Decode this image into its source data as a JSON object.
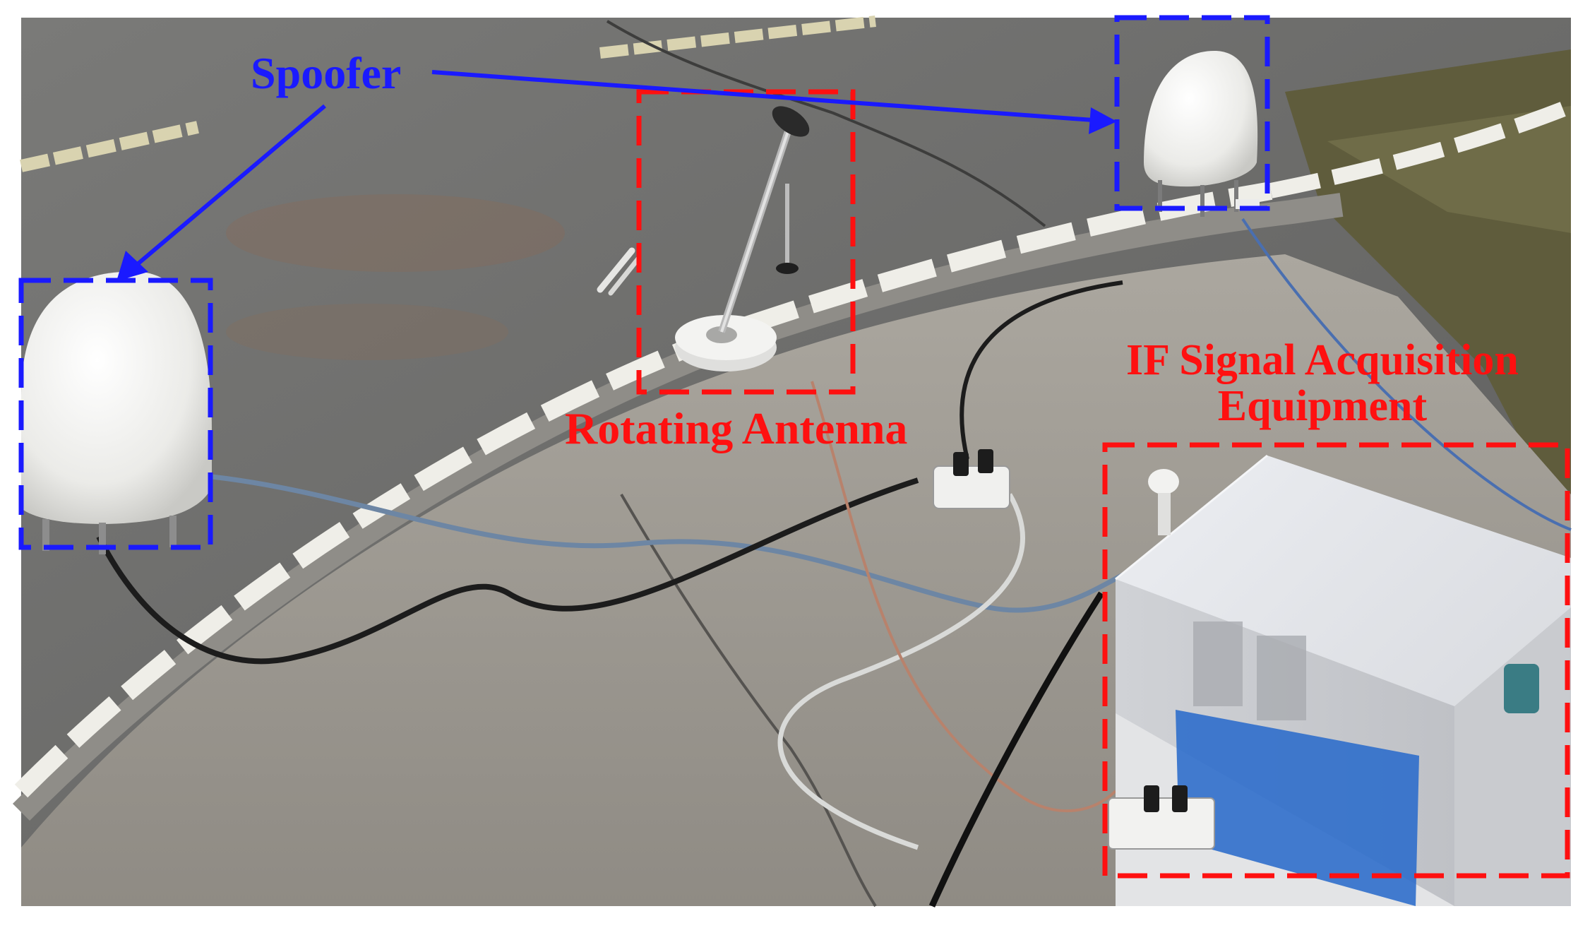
{
  "labels": {
    "spoofer": "Spoofer",
    "rotating_antenna": "Rotating Antenna",
    "if_line1": "IF Signal Acquisition",
    "if_line2": "Equipment"
  },
  "colors": {
    "spoofer_box": "#1a1aff",
    "antenna_box": "#ff1010",
    "road": "#6b6b6b",
    "concrete": "#a29f98",
    "lane_marking": "#efeee8",
    "grass": "#6b6a44",
    "radome": "#f2f2f0",
    "equipment_panel": "#dcdde0",
    "equipment_tape": "#2f6ecb"
  },
  "icons": {
    "spoofer": "white-dome-antenna",
    "rotating_antenna": "tilted-rod-antenna-on-disc-base",
    "equipment": "rack-chassis-with-vents"
  }
}
